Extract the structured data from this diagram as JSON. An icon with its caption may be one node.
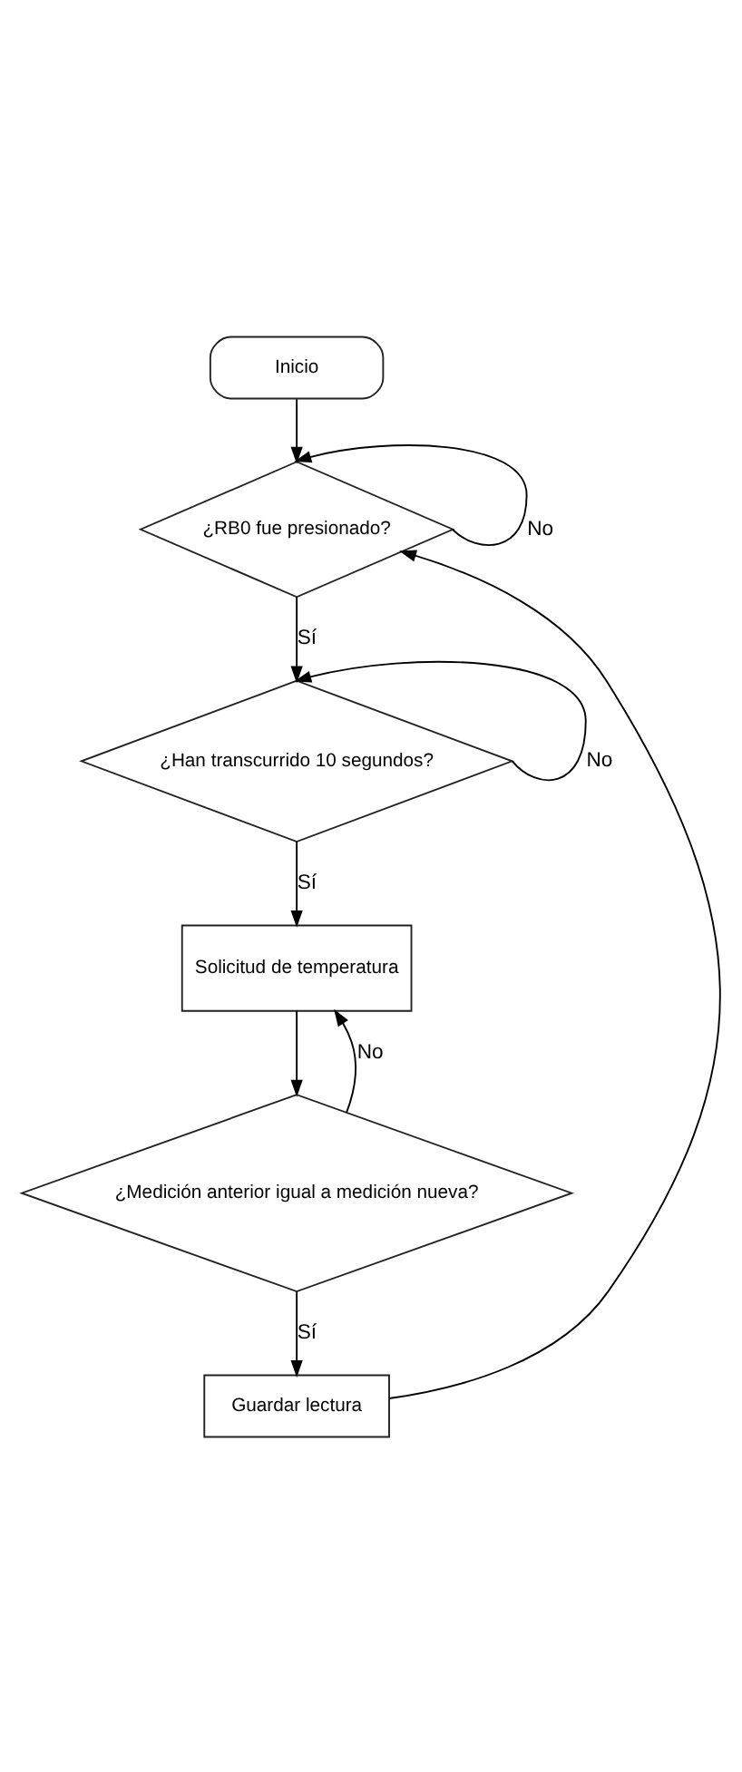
{
  "diagram": {
    "nodes": [
      {
        "text": [
          "Inicio"
        ]
      },
      {
        "text": [
          "¿RB0 fue presionado?"
        ]
      },
      {
        "text": [
          "¿Han transcurrido 10 segundos?"
        ]
      },
      {
        "text": [
          "Solicitud de temperatura"
        ]
      },
      {
        "text": [
          "¿Medición anterior igual a medición nueva?"
        ]
      },
      {
        "text": [
          "Guardar lectura"
        ]
      }
    ],
    "edges": [
      {
        "from": 0,
        "to": 1,
        "arrow": "to"
      },
      {
        "from": 1,
        "to": 1,
        "arrow": "to",
        "label": "No"
      },
      {
        "from": 1,
        "to": 2,
        "arrow": "to",
        "label": "Sí"
      },
      {
        "from": 2,
        "to": 2,
        "arrow": "to",
        "label": "No"
      },
      {
        "from": 2,
        "to": 3,
        "arrow": "to",
        "label": "Sí"
      },
      {
        "from": 3,
        "to": 4,
        "arrow": "to"
      },
      {
        "from": 4,
        "to": 3,
        "arrow": "to",
        "label": "No"
      },
      {
        "from": 4,
        "to": 5,
        "arrow": "to",
        "label": "Sí"
      },
      {
        "from": 5,
        "to": 1,
        "arrow": "to"
      }
    ]
  }
}
